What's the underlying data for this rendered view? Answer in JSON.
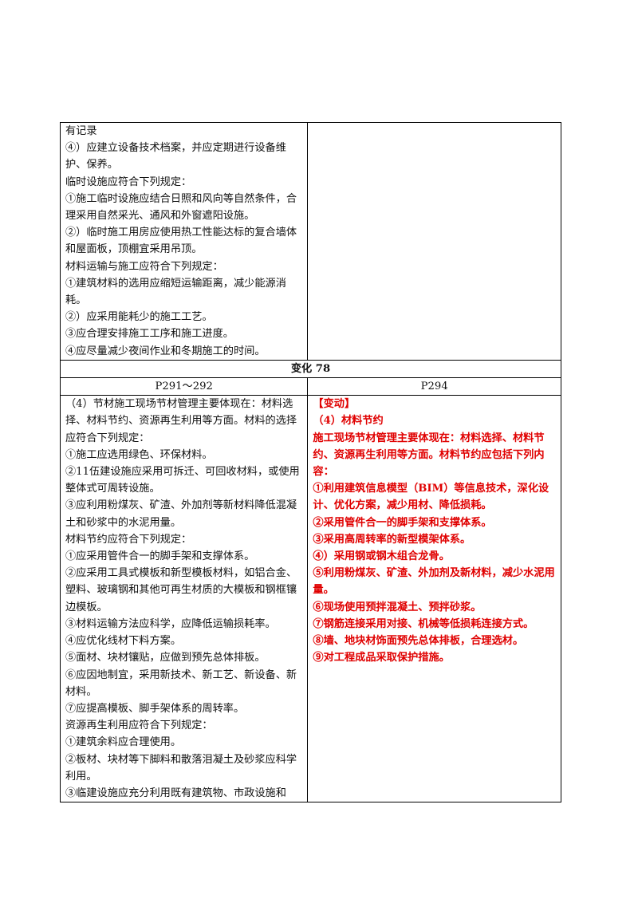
{
  "block1": {
    "left_lines": [
      "有记录",
      "④）应建立设备技术档案，并应定期进行设备维护、保养。",
      "临时设施应符合下列规定：",
      "①施工临时设施应结合日照和风向等自然条件，合理采用自然采光、通风和外窗遮阳设施。",
      "②）临时施工用房应使用热工性能达标的复合墙体和屋面板，顶棚宜采用吊顶。",
      "材料运输与施工应符合下列规定：",
      "①建筑材料的选用应缩短运输距离，减少能源消耗。",
      "②）应采用能耗少的施工工艺。",
      "③应合理安排施工工序和施工进度。",
      "④应尽量减少夜间作业和冬期施工的时间。"
    ]
  },
  "section_title": "变化 78",
  "col_left_page": "P291～292",
  "col_right_page": "P294",
  "block2": {
    "left_lines": [
      "（4）节材施工现场节材管理主要体现在：材料选择、材料节约、资源再生利用等方面。材料的选择应符合下列规定：",
      "①施工应选用绿色、环保材料。",
      "②11伍建设施应采用可拆迁、可回收材料，或使用整体式可周转设施。",
      "③应利用粉煤灰、矿渣、外加剂等新材料降低混凝土和砂浆中的水泥用量。",
      "材料节约应符合下列规定：",
      "①应采用管件合一的脚手架和支撑体系。",
      "②应采用工具式模板和新型模板材料，如铝合金、塑料、玻璃钢和其他可再生材质的大模板和钢框镶边模板。",
      "③材料运输方法应科学，应降低运输损耗率。",
      "④应优化线材下料方案。",
      "⑤面材、块材镶贴，应做到预先总体排板。",
      "⑥应因地制宜，采用新技术、新工艺、新设备、新材料。",
      "⑦应提高模板、脚手架体系的周转率。",
      "资源再生利用应符合下列规定：",
      "①建筑余料应合理使用。",
      "②板材、块材等下脚料和散落泪凝土及砂浆应科学利用。",
      "③临建设施应充分利用既有建筑物、市政设施和"
    ],
    "right_lines": [
      "【变动】",
      "（4）材料节约",
      "施工现场节材管理主要体现在：材料选择、材料节约、资源再生利用等方面。材料节约应包括下列内容：",
      "①利用建筑信息模型（BIM）等信息技术，深化设计、优化方案，减少用材、降低损耗。",
      "②采用管件合一的脚手架和支撑体系。",
      "③采用高周转率的新型模架体系。",
      "④）采用钢或钢木组合龙骨。",
      "⑤利用粉煤灰、矿渣、外加剂及新材料，减少水泥用量。",
      "⑥现场使用预拌混凝土、预拌砂浆。",
      "⑦钢筋连接采用对接、机械等低损耗连接方式。",
      "⑧墙、地块材饰面预先总体排板，合理选材。",
      "⑨对工程成品采取保护措施。"
    ]
  },
  "colors": {
    "change_text": "#e00000",
    "border": "#000000"
  }
}
